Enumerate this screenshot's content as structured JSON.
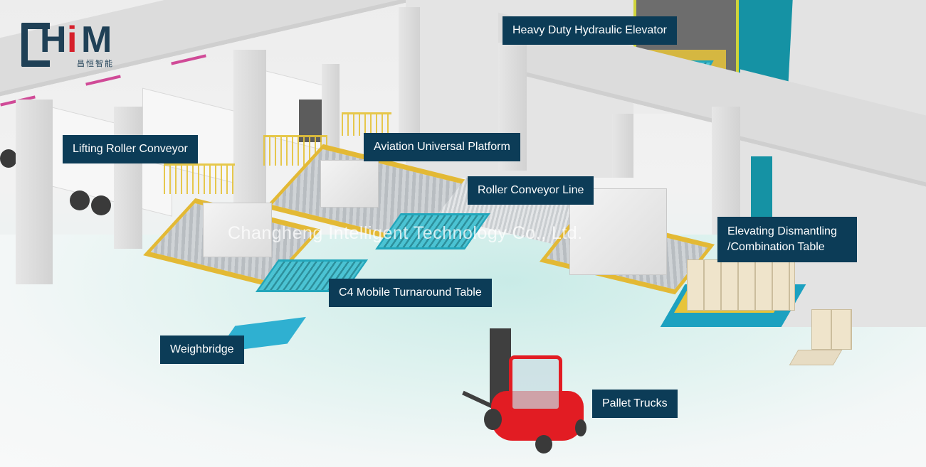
{
  "logo": {
    "brand_prefix": "CH",
    "brand_i": "i",
    "brand_suffix": "M",
    "chinese_name": "昌恒智能",
    "colors": {
      "navy": "#1f4056",
      "red": "#d6202b"
    }
  },
  "watermark": "Changheng Intelligent Technology Co., Ltd.",
  "labels": [
    {
      "id": "heavy-duty-hydraulic-elevator",
      "text": "Heavy Duty Hydraulic Elevator"
    },
    {
      "id": "lifting-roller-conveyor",
      "text": "Lifting Roller Conveyor"
    },
    {
      "id": "aviation-universal-platform",
      "text": "Aviation Universal Platform"
    },
    {
      "id": "roller-conveyor-line",
      "text": "Roller Conveyor Line"
    },
    {
      "id": "elevating-dismantling-combination-table",
      "line1": "Elevating Dismantling",
      "line2": "/Combination Table"
    },
    {
      "id": "c4-mobile-turnaround-table",
      "text": "C4 Mobile Turnaround Table"
    },
    {
      "id": "weighbridge",
      "text": "Weighbridge"
    },
    {
      "id": "pallet-trucks",
      "text": "Pallet Trucks"
    }
  ],
  "colors": {
    "label_bg": "#0c3c57",
    "label_text": "#ffffff",
    "accent_teal": "#1592a4",
    "platform_yellow": "#e3b935",
    "forklift_red": "#e21c23"
  }
}
